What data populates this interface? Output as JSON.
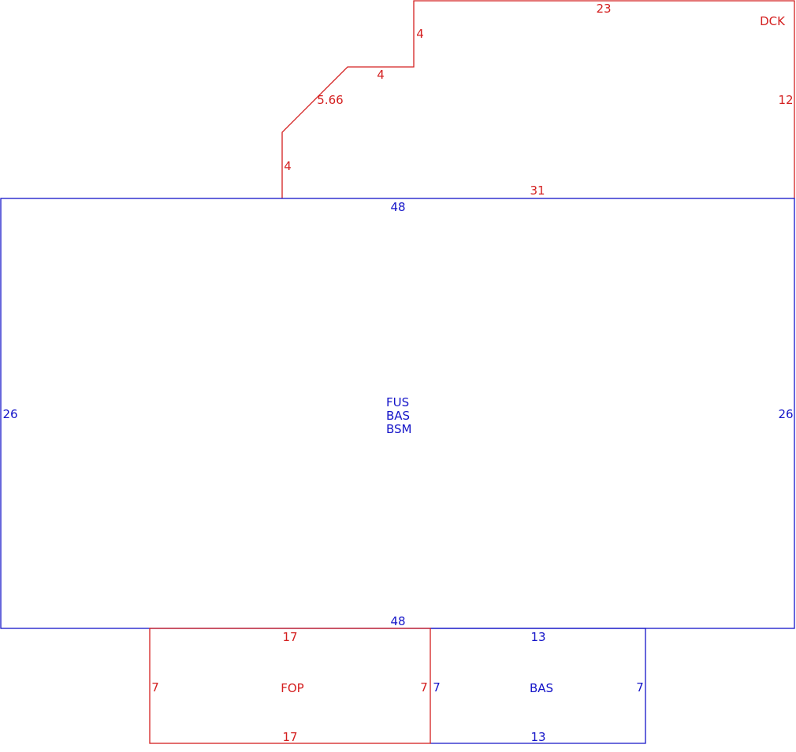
{
  "colors": {
    "red": "#d42020",
    "blue": "#1414c8",
    "background": "#ffffff"
  },
  "deck": {
    "label": "DCK",
    "dims": {
      "top": "23",
      "upper_step": "4",
      "step_horizontal": "4",
      "diagonal": "5.66",
      "left": "4",
      "right": "12",
      "bottom": "31"
    }
  },
  "main": {
    "labels": [
      "FUS",
      "BAS",
      "BSM"
    ],
    "dims": {
      "top": "48",
      "bottom": "48",
      "left": "26",
      "right": "26"
    }
  },
  "porch": {
    "label": "FOP",
    "dims": {
      "top": "17",
      "bottom": "17",
      "left": "7",
      "right": "7"
    }
  },
  "bas_addition": {
    "label": "BAS",
    "dims": {
      "top": "13",
      "bottom": "13",
      "left": "7",
      "right": "7"
    }
  }
}
